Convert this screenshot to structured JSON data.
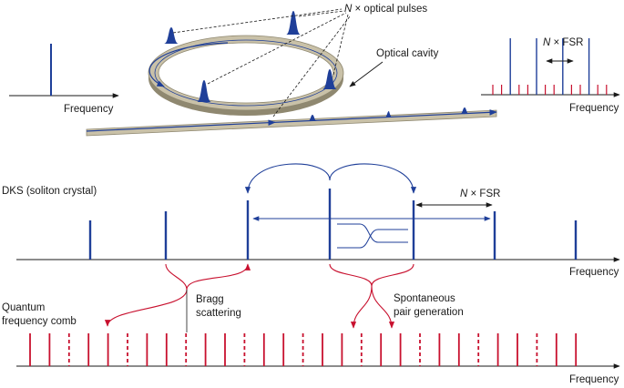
{
  "labels": {
    "n_optical_pulses_n": "N",
    "n_optical_pulses_rest": " × optical pulses",
    "optical_cavity": "Optical cavity",
    "pump_frequency": "Frequency",
    "comb_top_frequency": "Frequency",
    "fsr_top_n": "N",
    "fsr_top_rest": " × FSR",
    "dks_title": "DKS (soliton crystal)",
    "fsr_mid_n": "N",
    "fsr_mid_rest": " × FSR",
    "dks_frequency": "Frequency",
    "bragg_line1": "Bragg",
    "bragg_line2": "scattering",
    "spont_line1": "Spontaneous",
    "spont_line2": "pair generation",
    "qfc_line1": "Quantum",
    "qfc_line2": "frequency comb",
    "qfc_frequency": "Frequency"
  },
  "colors": {
    "blue": "#1f3f99",
    "red": "#c8102e",
    "axis": "#1a1a1a",
    "ring_face": "#c9c1a8",
    "ring_edge": "#8f8870"
  },
  "icons": {
    "pulse": "gaussian-pulse-icon",
    "arrow": "arrowhead-icon"
  }
}
